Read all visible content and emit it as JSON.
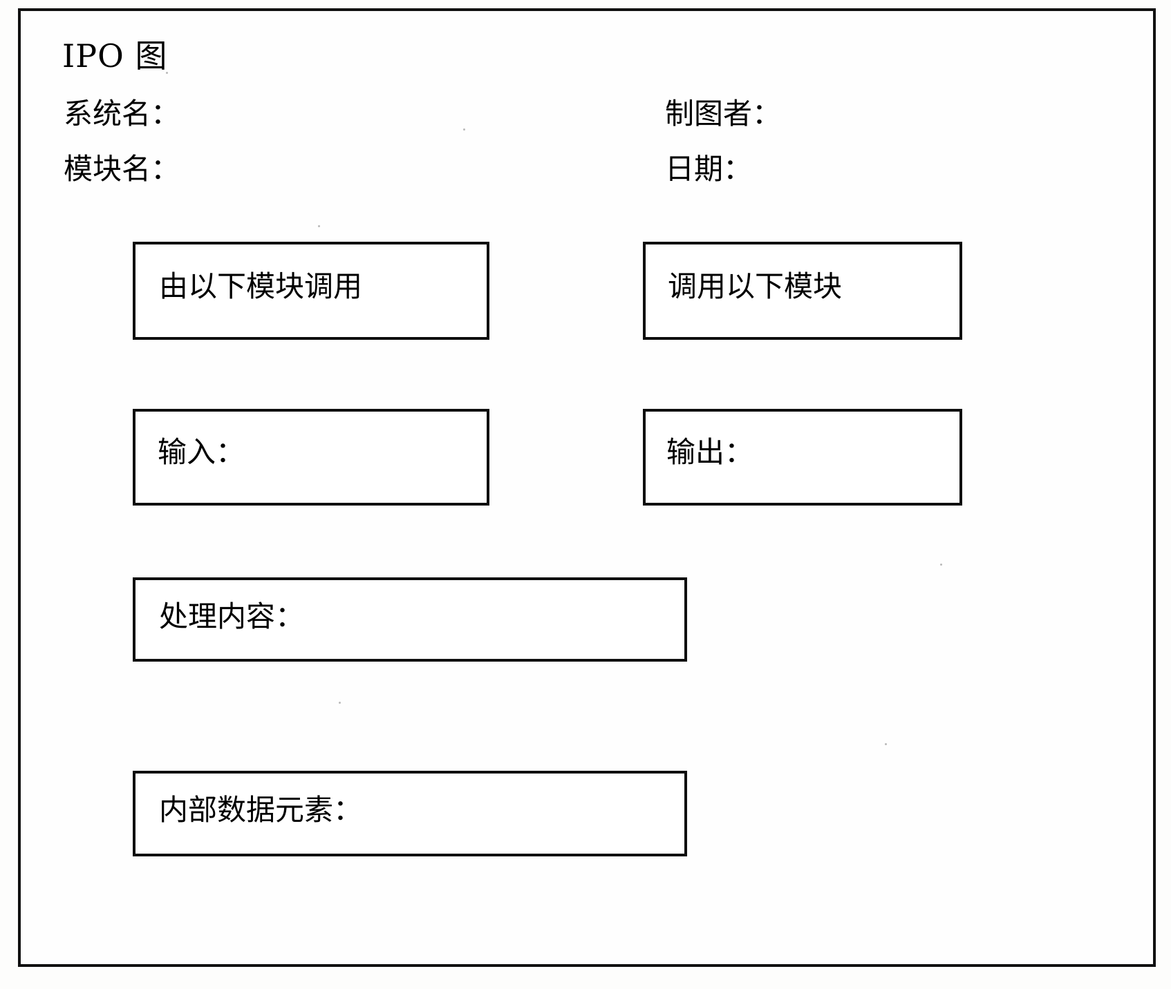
{
  "document": {
    "title": "IPO 图",
    "header": {
      "system_name_label": "系统名：",
      "module_name_label": "模块名：",
      "author_label": "制图者：",
      "date_label": "日期："
    },
    "boxes": [
      {
        "id": "called-by",
        "label": "由以下模块调用"
      },
      {
        "id": "calls",
        "label": "调用以下模块"
      },
      {
        "id": "input",
        "label": "输入："
      },
      {
        "id": "output",
        "label": "输出："
      },
      {
        "id": "process",
        "label": "处理内容："
      },
      {
        "id": "internal",
        "label": "内部数据元素："
      }
    ]
  },
  "colors": {
    "ink": "#0d0d0d",
    "paper": "#fefefe"
  }
}
